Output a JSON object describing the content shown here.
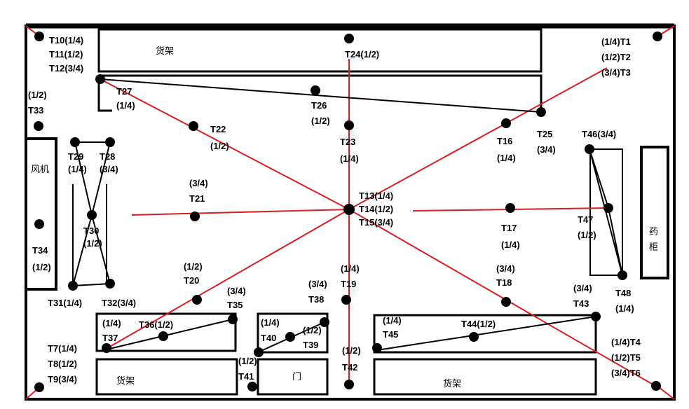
{
  "areas": {
    "shelf_top": "货架",
    "fan": "风机",
    "medicine_cabinet": "药柜",
    "shelf_bottom_left": "货架",
    "door": "门",
    "shelf_bottom_right": "货架"
  },
  "points": [
    {
      "id": "T10_11_12",
      "lines": [
        "T10(1/4)",
        "T11(1/2)",
        "T12(3/4)"
      ]
    },
    {
      "id": "T24",
      "lines": [
        "T24(1/2)"
      ]
    },
    {
      "id": "T1_2_3",
      "lines": [
        "(1/4)T1",
        "(1/2)T2",
        "(3/4)T3"
      ]
    },
    {
      "id": "T33",
      "lines": [
        "(1/2)",
        "T33"
      ]
    },
    {
      "id": "T27",
      "lines": [
        "T27",
        "(1/4)"
      ]
    },
    {
      "id": "T26",
      "lines": [
        "T26",
        "(1/2)"
      ]
    },
    {
      "id": "T22",
      "lines": [
        "T22",
        "(1/2)"
      ]
    },
    {
      "id": "T23",
      "lines": [
        "T23",
        "(1/4)"
      ]
    },
    {
      "id": "T16",
      "lines": [
        "T16",
        "(1/4)"
      ]
    },
    {
      "id": "T25",
      "lines": [
        "T25",
        "(3/4)"
      ]
    },
    {
      "id": "T46",
      "lines": [
        "T46(3/4)"
      ]
    },
    {
      "id": "T29",
      "lines": [
        "T29",
        "(1/4)"
      ]
    },
    {
      "id": "T28",
      "lines": [
        "T28",
        "(3/4)"
      ]
    },
    {
      "id": "T21",
      "lines": [
        "(3/4)",
        "T21"
      ]
    },
    {
      "id": "T13_14_15",
      "lines": [
        "T13(1/4)",
        "T14(1/2)",
        "T15(3/4)"
      ]
    },
    {
      "id": "T30",
      "lines": [
        "T30",
        "(1/2)"
      ]
    },
    {
      "id": "T34",
      "lines": [
        "T34",
        "(1/2)"
      ]
    },
    {
      "id": "T17",
      "lines": [
        "T17",
        "(1/4)"
      ]
    },
    {
      "id": "T47",
      "lines": [
        "T47",
        "(1/2)"
      ]
    },
    {
      "id": "T20",
      "lines": [
        "(1/2)",
        "T20"
      ]
    },
    {
      "id": "T19",
      "lines": [
        "(1/4)",
        "T19"
      ]
    },
    {
      "id": "T18",
      "lines": [
        "(3/4)",
        "T18"
      ]
    },
    {
      "id": "T48",
      "lines": [
        "T48",
        "(1/4)"
      ]
    },
    {
      "id": "T31",
      "lines": [
        "T31(1/4)"
      ]
    },
    {
      "id": "T32",
      "lines": [
        "T32(3/4)"
      ]
    },
    {
      "id": "T35",
      "lines": [
        "(3/4)",
        "T35"
      ]
    },
    {
      "id": "T38",
      "lines": [
        "(3/4)",
        "T38"
      ]
    },
    {
      "id": "T43",
      "lines": [
        "(3/4)",
        "T43"
      ]
    },
    {
      "id": "T37",
      "lines": [
        "(1/4)",
        "T37"
      ]
    },
    {
      "id": "T36",
      "lines": [
        "T36(1/2)"
      ]
    },
    {
      "id": "T40",
      "lines": [
        "(1/4)",
        "T40"
      ]
    },
    {
      "id": "T39",
      "lines": [
        "(1/2)",
        "T39"
      ]
    },
    {
      "id": "T45",
      "lines": [
        "(1/4)",
        "T45"
      ]
    },
    {
      "id": "T44",
      "lines": [
        "T44(1/2)"
      ]
    },
    {
      "id": "T7_8_9",
      "lines": [
        "T7(1/4)",
        "T8(1/2)",
        "T9(3/4)"
      ]
    },
    {
      "id": "T41",
      "lines": [
        "(1/2)",
        "T41"
      ]
    },
    {
      "id": "T42",
      "lines": [
        "(1/2)",
        "T42"
      ]
    },
    {
      "id": "T4_5_6",
      "lines": [
        "(1/4)T4",
        "(1/2)T5",
        "(3/4)T6"
      ]
    }
  ],
  "colors": {
    "wall": "#000000",
    "route_line": "#d81e1e",
    "point": "#000000"
  }
}
